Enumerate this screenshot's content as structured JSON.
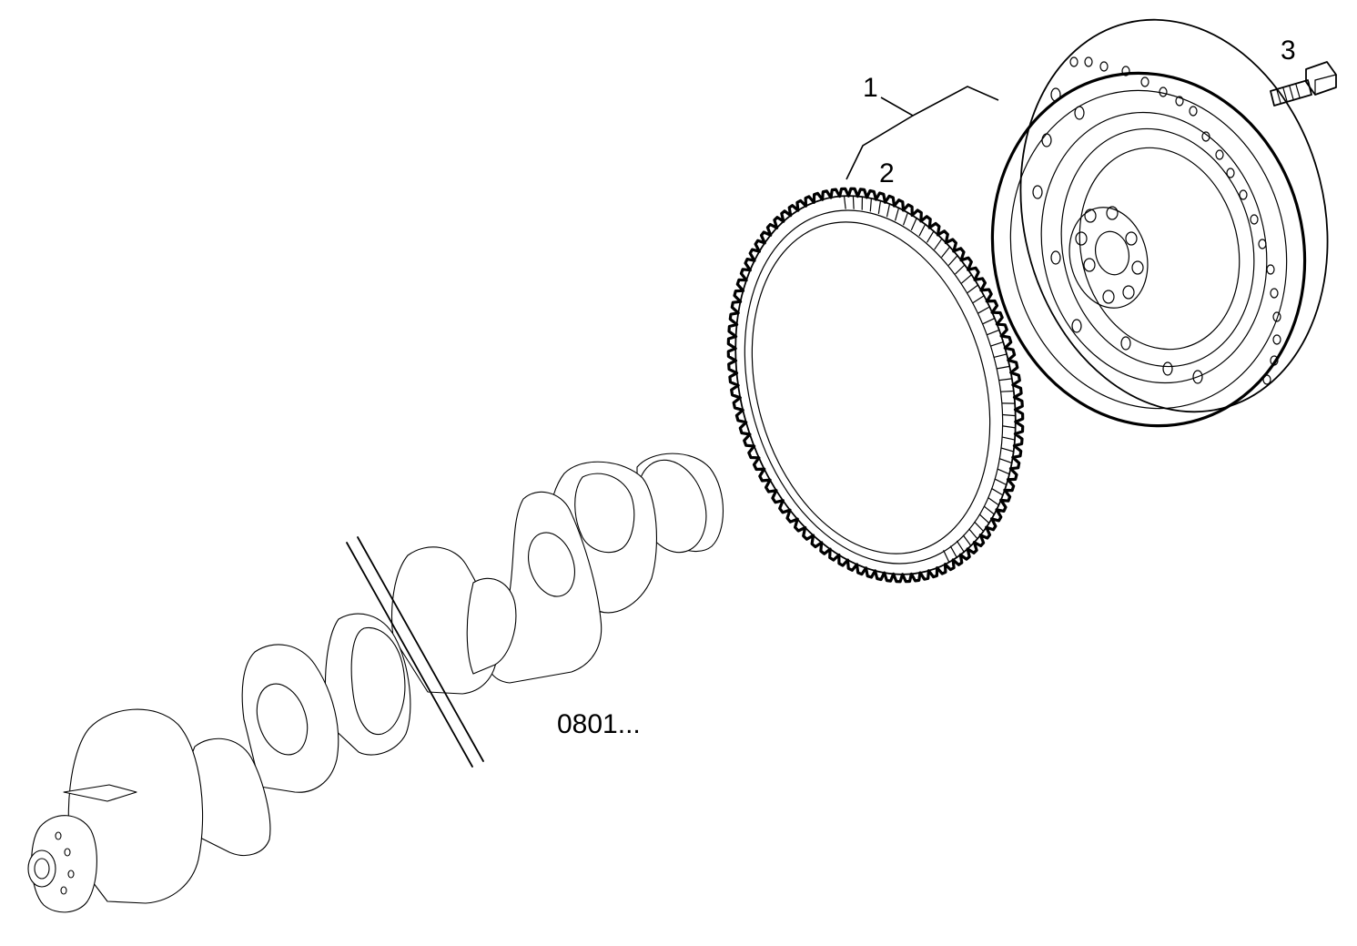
{
  "callouts": [
    {
      "id": "1",
      "text": "1"
    },
    {
      "id": "2",
      "text": "2"
    },
    {
      "id": "3",
      "text": "3"
    }
  ],
  "reference_label": "0801...",
  "parts": {
    "flywheel": "flywheel-assembly",
    "ring_gear": "starter-ring-gear",
    "bolt": "flywheel-bolt",
    "crankshaft": "crankshaft"
  },
  "colors": {
    "line": "#000000",
    "background": "#ffffff"
  }
}
